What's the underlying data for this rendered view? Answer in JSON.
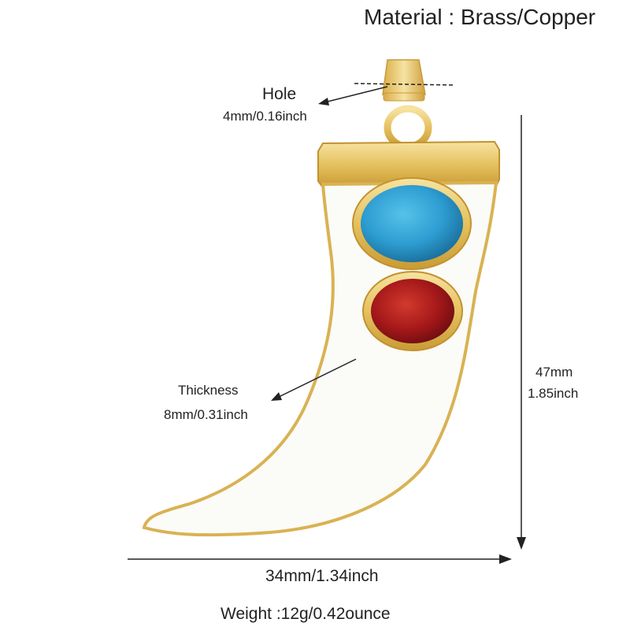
{
  "material": "Material : Brass/Copper",
  "hole": {
    "title": "Hole",
    "size": "4mm/0.16inch"
  },
  "thickness": {
    "title": "Thickness",
    "size": "8mm/0.31inch"
  },
  "height": {
    "mm": "47mm",
    "inch": "1.85inch"
  },
  "width": "34mm/1.34inch",
  "weight": "Weight :12g/0.42ounce",
  "colors": {
    "gold": "#e9c66a",
    "enamel": "#fbfbf8",
    "turquoise": "#2e9fd0",
    "carnelian": "#a8191a",
    "text": "#222222"
  }
}
